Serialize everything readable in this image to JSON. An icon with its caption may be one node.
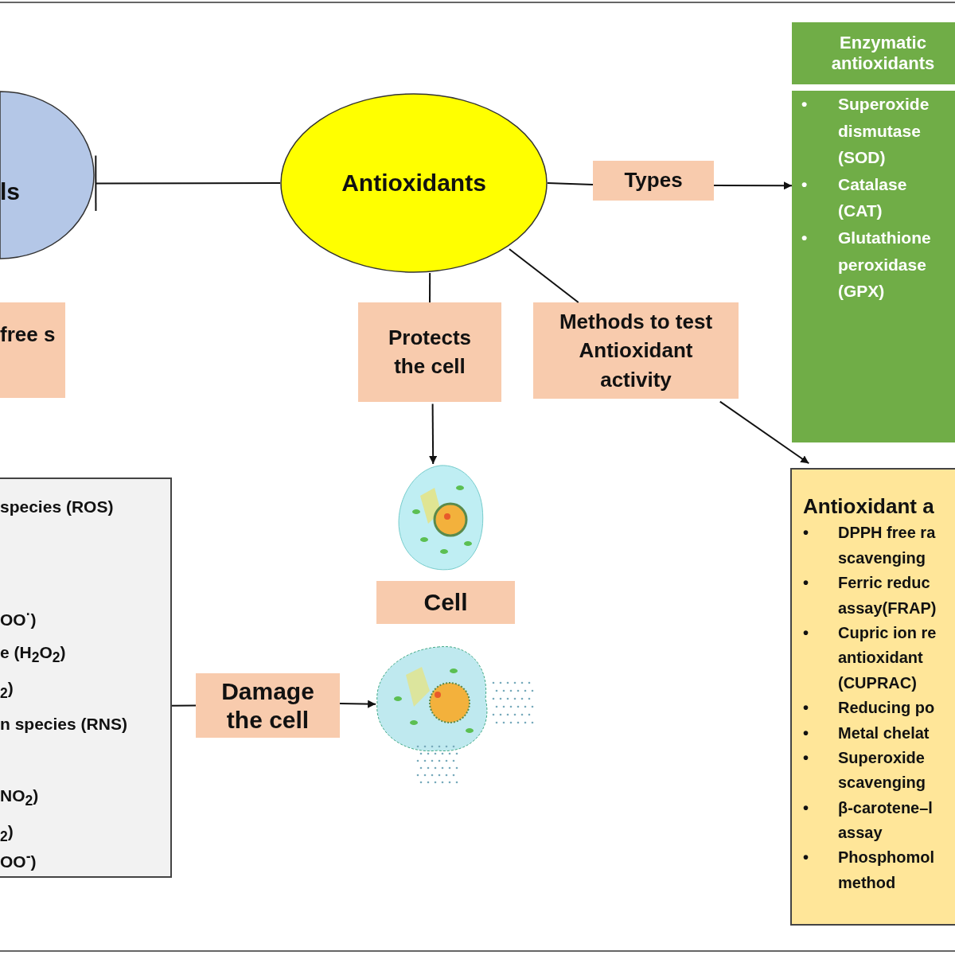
{
  "diagram": {
    "nodes": [
      {
        "text": [
          "ls"
        ]
      },
      {
        "text": [
          "Antioxidants"
        ]
      },
      {
        "text": [
          "Types"
        ]
      },
      {
        "text": [
          "Enzymatic antioxidants"
        ]
      },
      {
        "text": [
          "Superoxide dismutase (SOD)",
          "Catalase (CAT)",
          "Glutathione peroxidase (GPX)"
        ]
      },
      {
        "text": [
          "free s"
        ]
      },
      {
        "text": [
          "Protects the cell"
        ]
      },
      {
        "text": [
          "Methods to test Antioxidant activity"
        ]
      },
      {
        "text": [],
        "shape": "picture"
      },
      {
        "text": [
          "Cell"
        ]
      },
      {
        "text": [
          "species (ROS)",
          "OO$^{·}$)",
          "e (H$_{2}$O$_{2}$)",
          "$_{2}$)",
          "n species (RNS)",
          "NO$_{2}$)",
          "$_{2}$)",
          "OO$^{-}$)"
        ]
      },
      {
        "text": [
          "Damage the cell"
        ]
      },
      {
        "text": [],
        "shape": "picture"
      },
      {
        "text": [
          "Antioxidant a",
          "DPPH free ra scavenging",
          "Ferric reduc assay(FRAP)",
          "Cupric ion re antioxidant (CUPRAC)",
          "Reducing po",
          "Metal chelat",
          "Superoxide scavenging",
          "β-carotene–l assay",
          "Phosphomol method"
        ]
      }
    ],
    "edges": [
      {
        "from": 1,
        "to": 0,
        "arrow": "other"
      },
      {
        "from": 1,
        "to": 2,
        "arrow": "none"
      },
      {
        "from": 2,
        "to": 4,
        "arrow": "to"
      },
      {
        "from": 1,
        "to": 6,
        "arrow": "none"
      },
      {
        "from": 1,
        "to": 7,
        "arrow": "none"
      },
      {
        "from": 6,
        "to": 8,
        "arrow": "to"
      },
      {
        "from": 7,
        "to": 13,
        "arrow": "to"
      },
      {
        "from": 10,
        "to": 11,
        "arrow": "none"
      },
      {
        "from": 11,
        "to": 12,
        "arrow": "to"
      }
    ],
    "labels": [
      "•",
      "•",
      "•",
      "•",
      "•",
      "•",
      "•",
      "•",
      "•",
      "•",
      "•"
    ]
  }
}
